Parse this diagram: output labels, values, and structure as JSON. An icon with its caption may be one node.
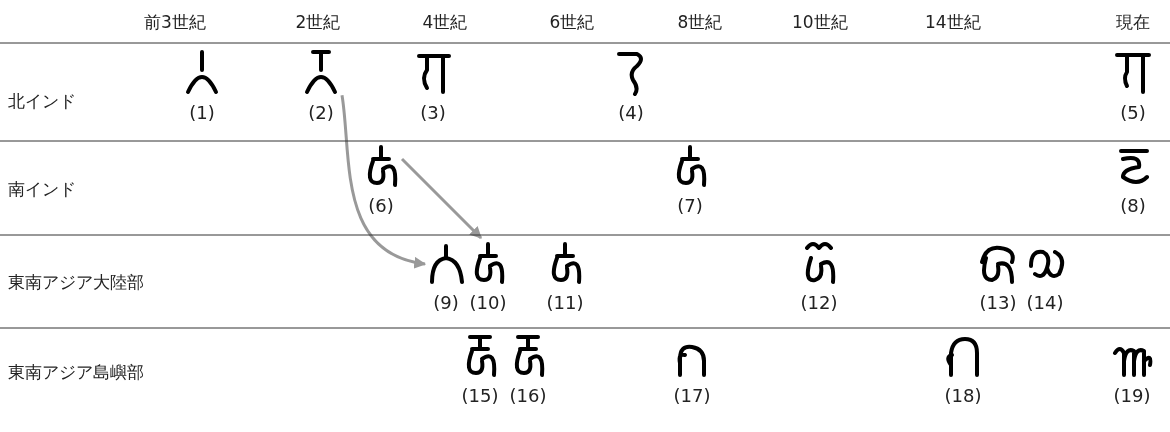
{
  "diagram": {
    "nodes": [
      {
        "text": [
          "(1)"
        ]
      },
      {
        "text": [
          "(2)"
        ]
      },
      {
        "text": [
          "(3)"
        ]
      },
      {
        "text": [
          "(4)"
        ]
      },
      {
        "text": [
          "(5)"
        ]
      },
      {
        "text": [
          "(6)"
        ]
      },
      {
        "text": [
          "(7)"
        ]
      },
      {
        "text": [
          "(8)"
        ]
      },
      {
        "text": [
          "(9)"
        ]
      },
      {
        "text": [
          "(10)"
        ]
      },
      {
        "text": [
          "(11)"
        ]
      },
      {
        "text": [
          "(12)"
        ]
      },
      {
        "text": [
          "(13)"
        ]
      },
      {
        "text": [
          "(14)"
        ]
      },
      {
        "text": [
          "(15)"
        ]
      },
      {
        "text": [
          "(16)"
        ]
      },
      {
        "text": [
          "(17)"
        ]
      },
      {
        "text": [
          "(18)"
        ]
      },
      {
        "text": [
          "(19)"
        ]
      }
    ],
    "edges": [
      {
        "from": 1,
        "to": 8,
        "arrow": "to"
      },
      {
        "from": 5,
        "to": 9,
        "arrow": "to"
      }
    ],
    "labels": [
      "前3世紀",
      "2世紀",
      "4世紀",
      "6世紀",
      "8世紀",
      "10世紀",
      "14世紀",
      "現在",
      "北インド",
      "南インド",
      "東南アジア大陸部",
      "東南アジア島嶼部"
    ]
  }
}
